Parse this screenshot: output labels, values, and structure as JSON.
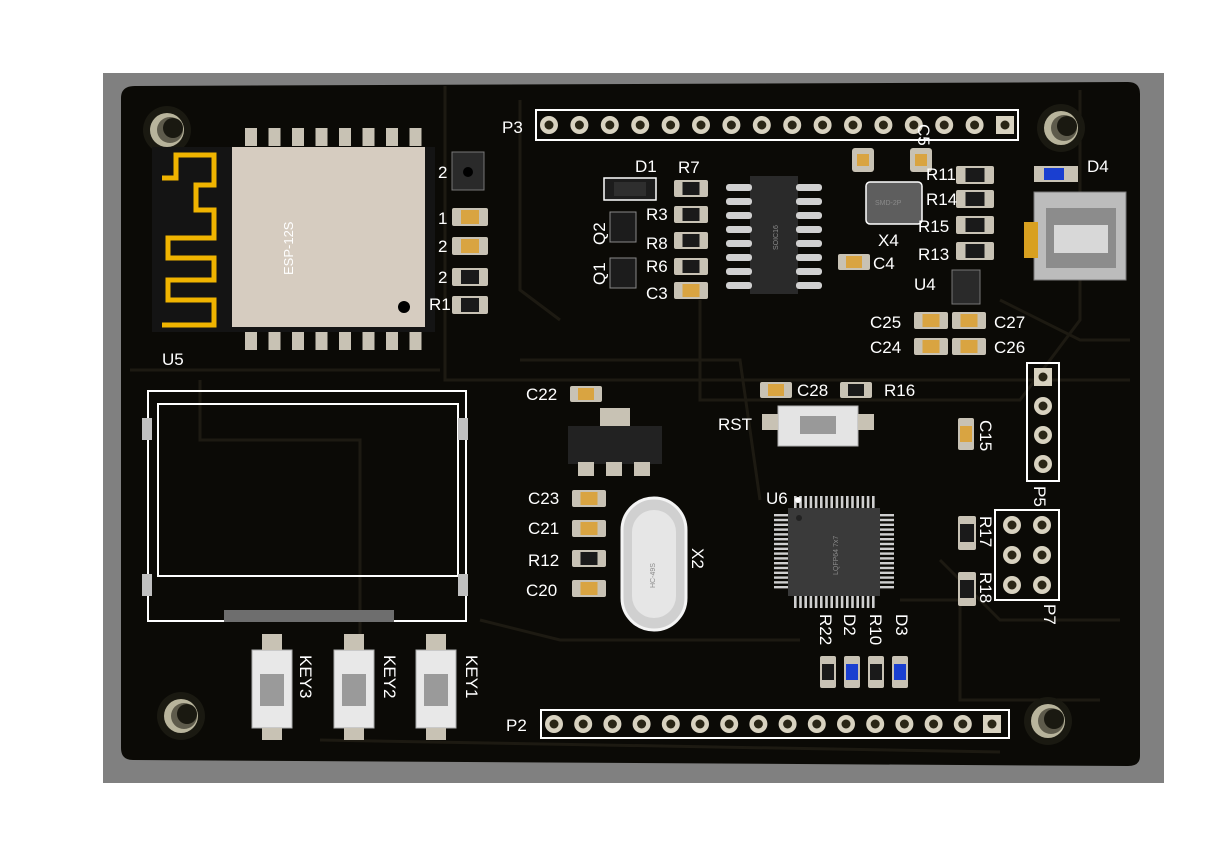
{
  "board": {
    "module_label": "ESP-12S",
    "module_designator": "U5",
    "header_top": "P3",
    "header_bottom": "P2",
    "header_p5": "P5",
    "header_p7": "P7",
    "mcu": "U6",
    "reg_u4": "U4",
    "crystal_x2": "X2",
    "crystal_x4": "X4",
    "crystal_x4_text": "SMD-2P",
    "crystal_x2_text": "HC-49S",
    "mcu_text": "LQFP64 7x7",
    "soic_text": "SOIC16",
    "reset_button": "RST",
    "key1": "KEY1",
    "key2": "KEY2",
    "key3": "KEY3",
    "led_d1": "D1",
    "led_d2": "D2",
    "led_d3": "D3",
    "led_d4": "D4",
    "q1": "Q1",
    "q2": "Q2",
    "r3": "R3",
    "r6": "R6",
    "r7": "R7",
    "r8": "R8",
    "r10": "R10",
    "r11": "R11",
    "r12": "R12",
    "r13": "R13",
    "r14": "R14",
    "r15": "R15",
    "r16": "R16",
    "r17": "R17",
    "r18": "R18",
    "r22": "R22",
    "c3": "C3",
    "c4": "C4",
    "c15": "C15",
    "c20": "C20",
    "c21": "C21",
    "c22": "C22",
    "c23": "C23",
    "c24": "C24",
    "c25": "C25",
    "c26": "C26",
    "c27": "C27",
    "c28": "C28",
    "c5": "C5",
    "clip_a": "2",
    "clip_b": "1",
    "clip_c": "2",
    "clip_d": "2",
    "clip_e": "R1"
  },
  "colors": {
    "board": "#0b0a06",
    "background": "#808080",
    "silk": "#ffffff",
    "pad": "#c8c2b4",
    "cap_body": "#d9a441",
    "antenna": "#f0b400",
    "led_blue": "#1a3fd0",
    "hole_ring": "#b8b49c"
  }
}
